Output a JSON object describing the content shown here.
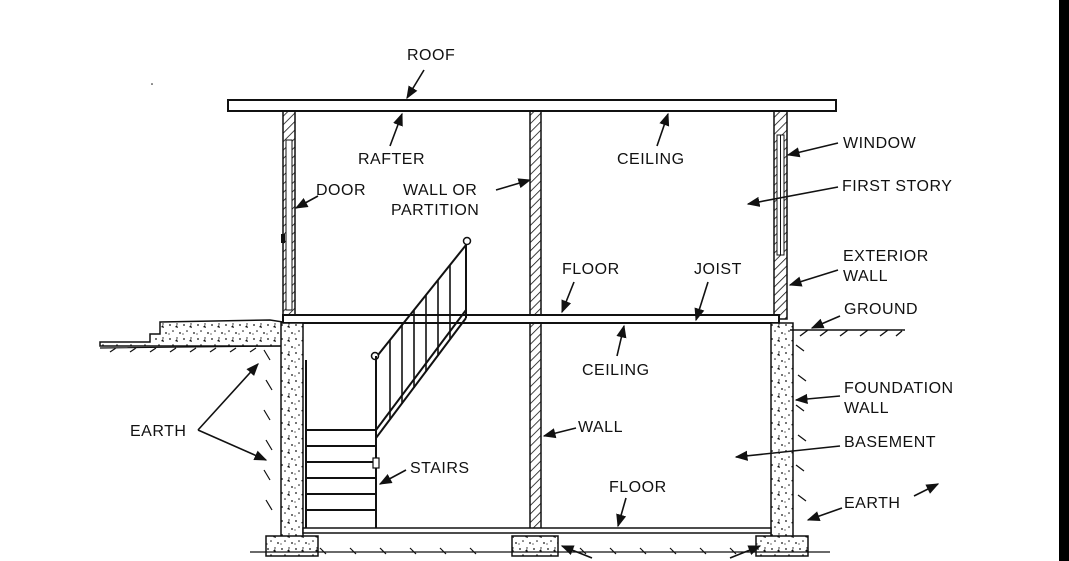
{
  "labels": {
    "roof": "ROOF",
    "rafter": "RAFTER",
    "ceiling_upper": "CEILING",
    "window": "WINDOW",
    "door": "DOOR",
    "wall_or": "WALL OR",
    "partition": "PARTITION",
    "first_story": "FIRST STORY",
    "exterior": "EXTERIOR",
    "exterior_wall": "WALL",
    "floor_upper": "FLOOR",
    "joist": "JOIST",
    "ground": "GROUND",
    "ceiling_lower": "CEILING",
    "foundation": "FOUNDATION",
    "foundation_wall": "WALL",
    "earth_left": "EARTH",
    "wall": "WALL",
    "basement": "BASEMENT",
    "stairs": "STAIRS",
    "floor_lower": "FLOOR",
    "earth_right": "EARTH"
  },
  "colors": {
    "ink": "#111111",
    "paper": "#ffffff"
  }
}
